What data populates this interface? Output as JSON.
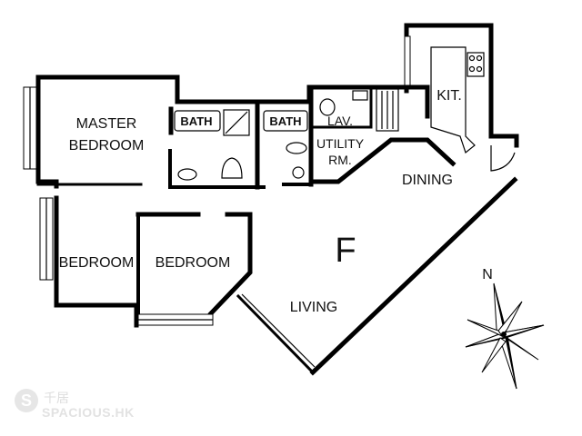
{
  "unit": "F",
  "rooms": {
    "master_bedroom_line1": "MASTER",
    "master_bedroom_line2": "BEDROOM",
    "bedroom_left": "BEDROOM",
    "bedroom_right": "BEDROOM",
    "bath_1": "BATH",
    "bath_2": "BATH",
    "lav": "LAV.",
    "utility_line1": "UTILITY",
    "utility_line2": "RM.",
    "kitchen": "KIT.",
    "dining": "DINING",
    "living": "LIVING"
  },
  "compass": {
    "north": "N"
  },
  "watermark": {
    "logo_letter": "S",
    "chinese": "千居",
    "text": "SPACIOUS.HK"
  }
}
